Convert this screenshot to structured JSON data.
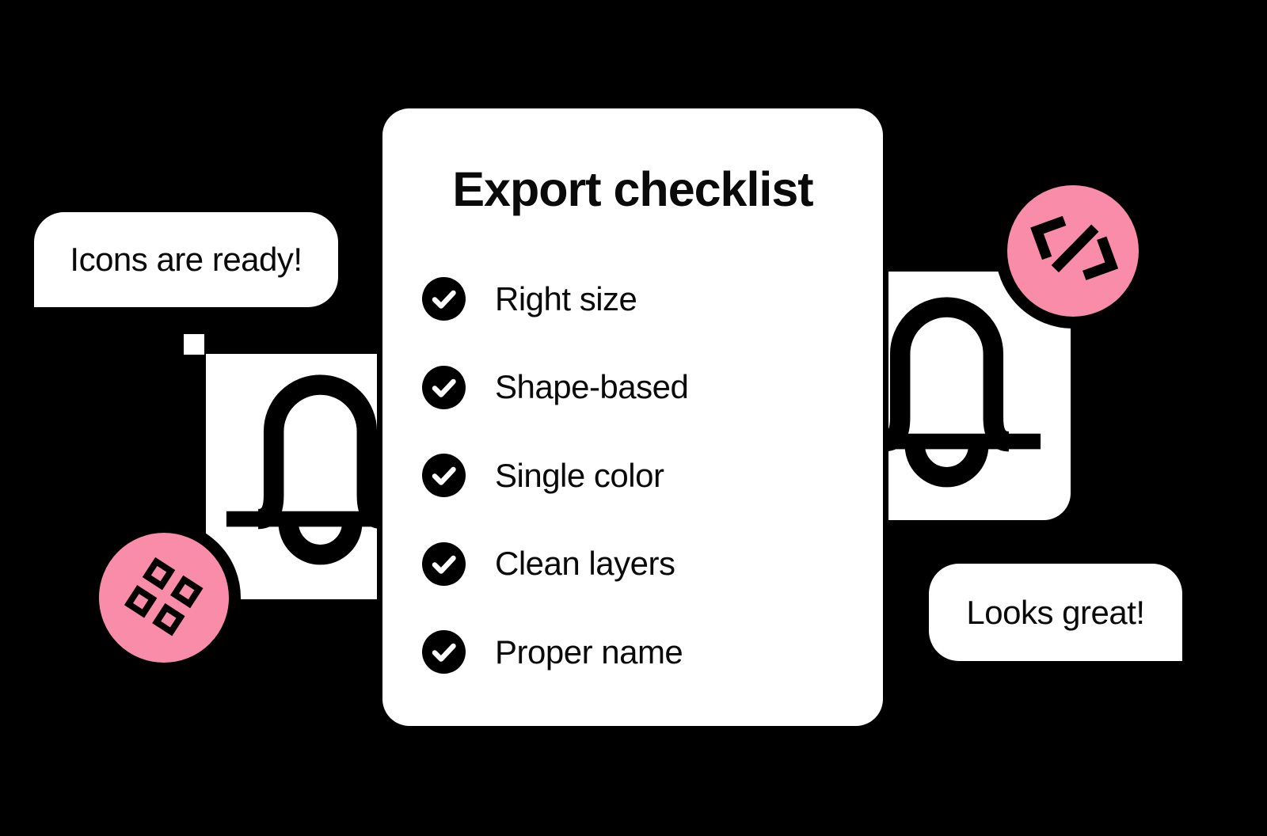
{
  "colors": {
    "background": "#000000",
    "surface": "#ffffff",
    "accent_pink": "#F98DA9",
    "ink": "#0a0a0a"
  },
  "bubbles": {
    "left": "Icons are ready!",
    "right": "Looks great!"
  },
  "checklist": {
    "title": "Export checklist",
    "items": [
      "Right size",
      "Shape-based",
      "Single color",
      "Clean layers",
      "Proper name"
    ]
  },
  "icons": {
    "canvas_icon": "bell-icon",
    "left_badge_icon": "apps-grid-icon",
    "right_badge_icon": "code-icon",
    "item_marker": "check-icon",
    "decoration": "selection-handle"
  }
}
